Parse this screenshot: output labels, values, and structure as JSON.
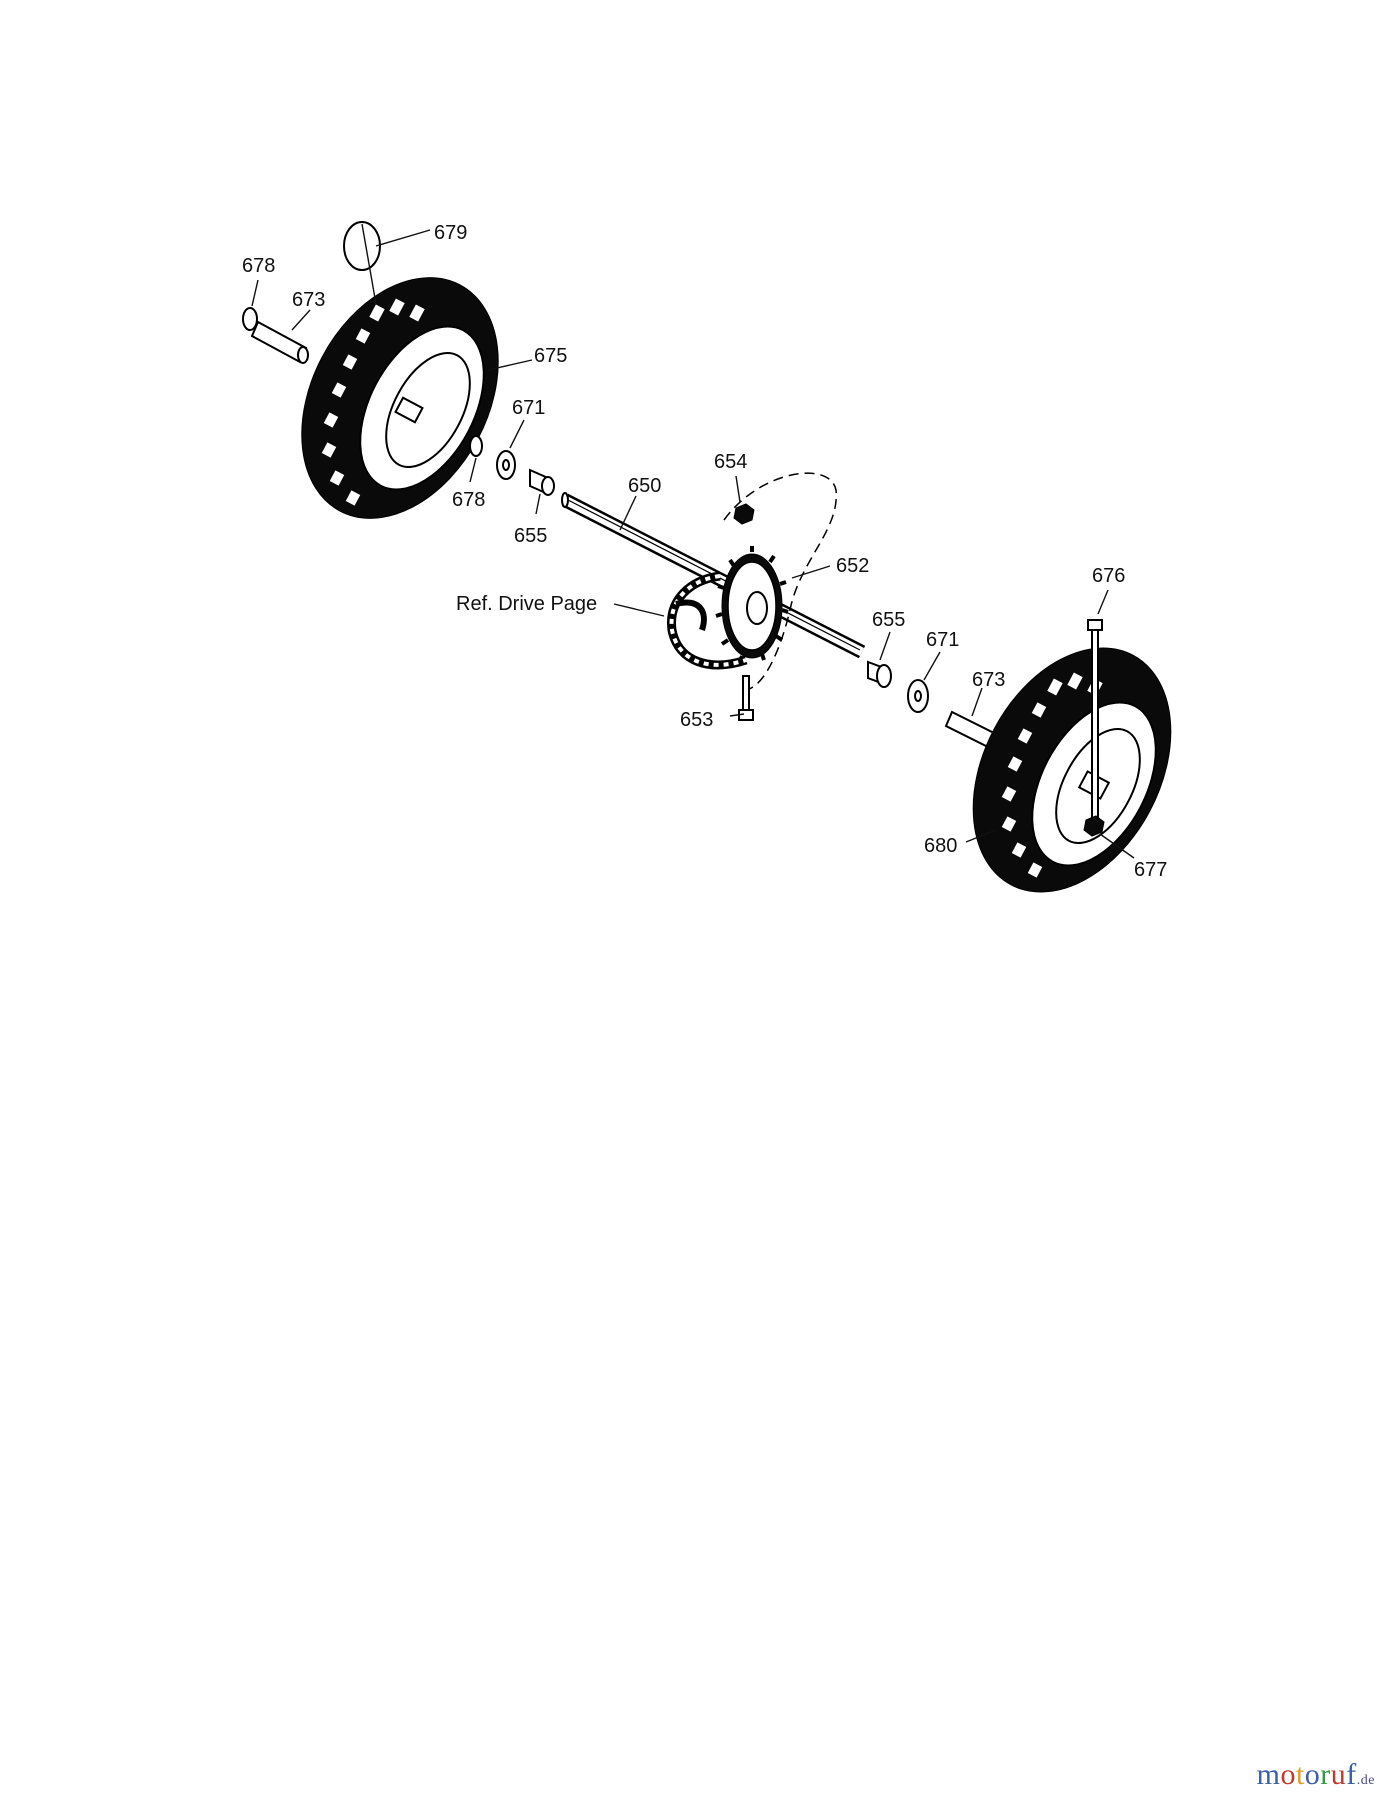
{
  "diagram": {
    "part_labels": {
      "p679": "679",
      "p678a": "678",
      "p673a": "673",
      "p675": "675",
      "p671a": "671",
      "p678b": "678",
      "p655a": "655",
      "p650": "650",
      "p654": "654",
      "p652": "652",
      "ref_drive": "Ref. Drive Page",
      "p676": "676",
      "p655b": "655",
      "p671b": "671",
      "p673b": "673",
      "p653": "653",
      "p680": "680",
      "p677": "677"
    }
  },
  "watermark": {
    "main": "motoruf",
    "tld": ".de",
    "colors": [
      "#3b5fa8",
      "#c0392b",
      "#e0a020",
      "#3b5fa8",
      "#2e9e3e",
      "#c0392b",
      "#3b5fa8"
    ]
  }
}
